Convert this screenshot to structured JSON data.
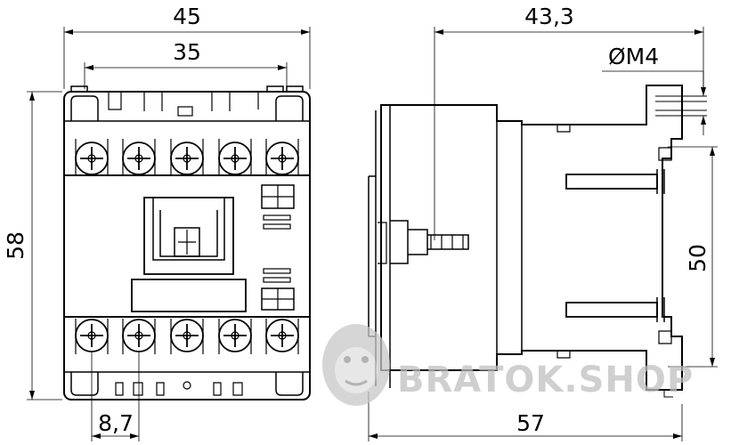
{
  "dimensions": {
    "top_width": "45",
    "inner_width": "35",
    "height": "58",
    "bottom_offset": "8,7",
    "side_depth": "43,3",
    "thread": "ØM4",
    "rail_height": "50",
    "total_depth": "57"
  },
  "watermark": {
    "text": "BRATOK.SHOP",
    "icon": "gorilla-logo-icon"
  },
  "colors": {
    "line": "#000000",
    "watermark": "#bfbfbf"
  }
}
